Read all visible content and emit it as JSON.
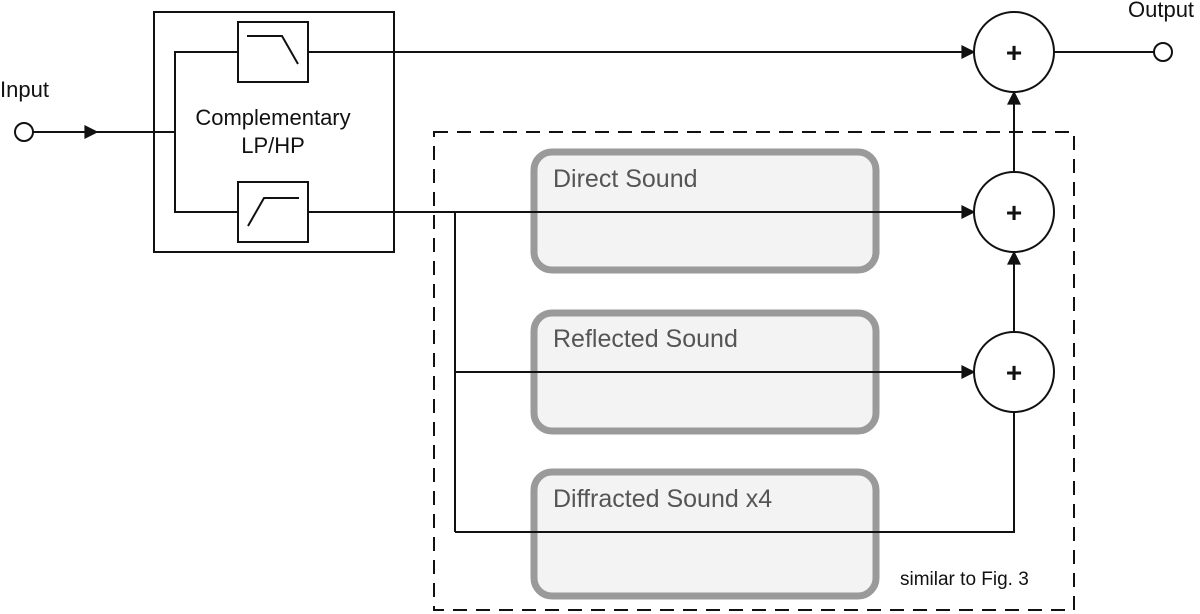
{
  "labels": {
    "input": "Input",
    "output": "Output",
    "filter_line1": "Complementary",
    "filter_line2": "LP/HP",
    "note": "similar to Fig. 3"
  },
  "blocks": {
    "direct": "Direct Sound",
    "reflected": "Reflected Sound",
    "diffracted": "Diffracted Sound x4"
  },
  "summers": {
    "symbol": "+"
  }
}
